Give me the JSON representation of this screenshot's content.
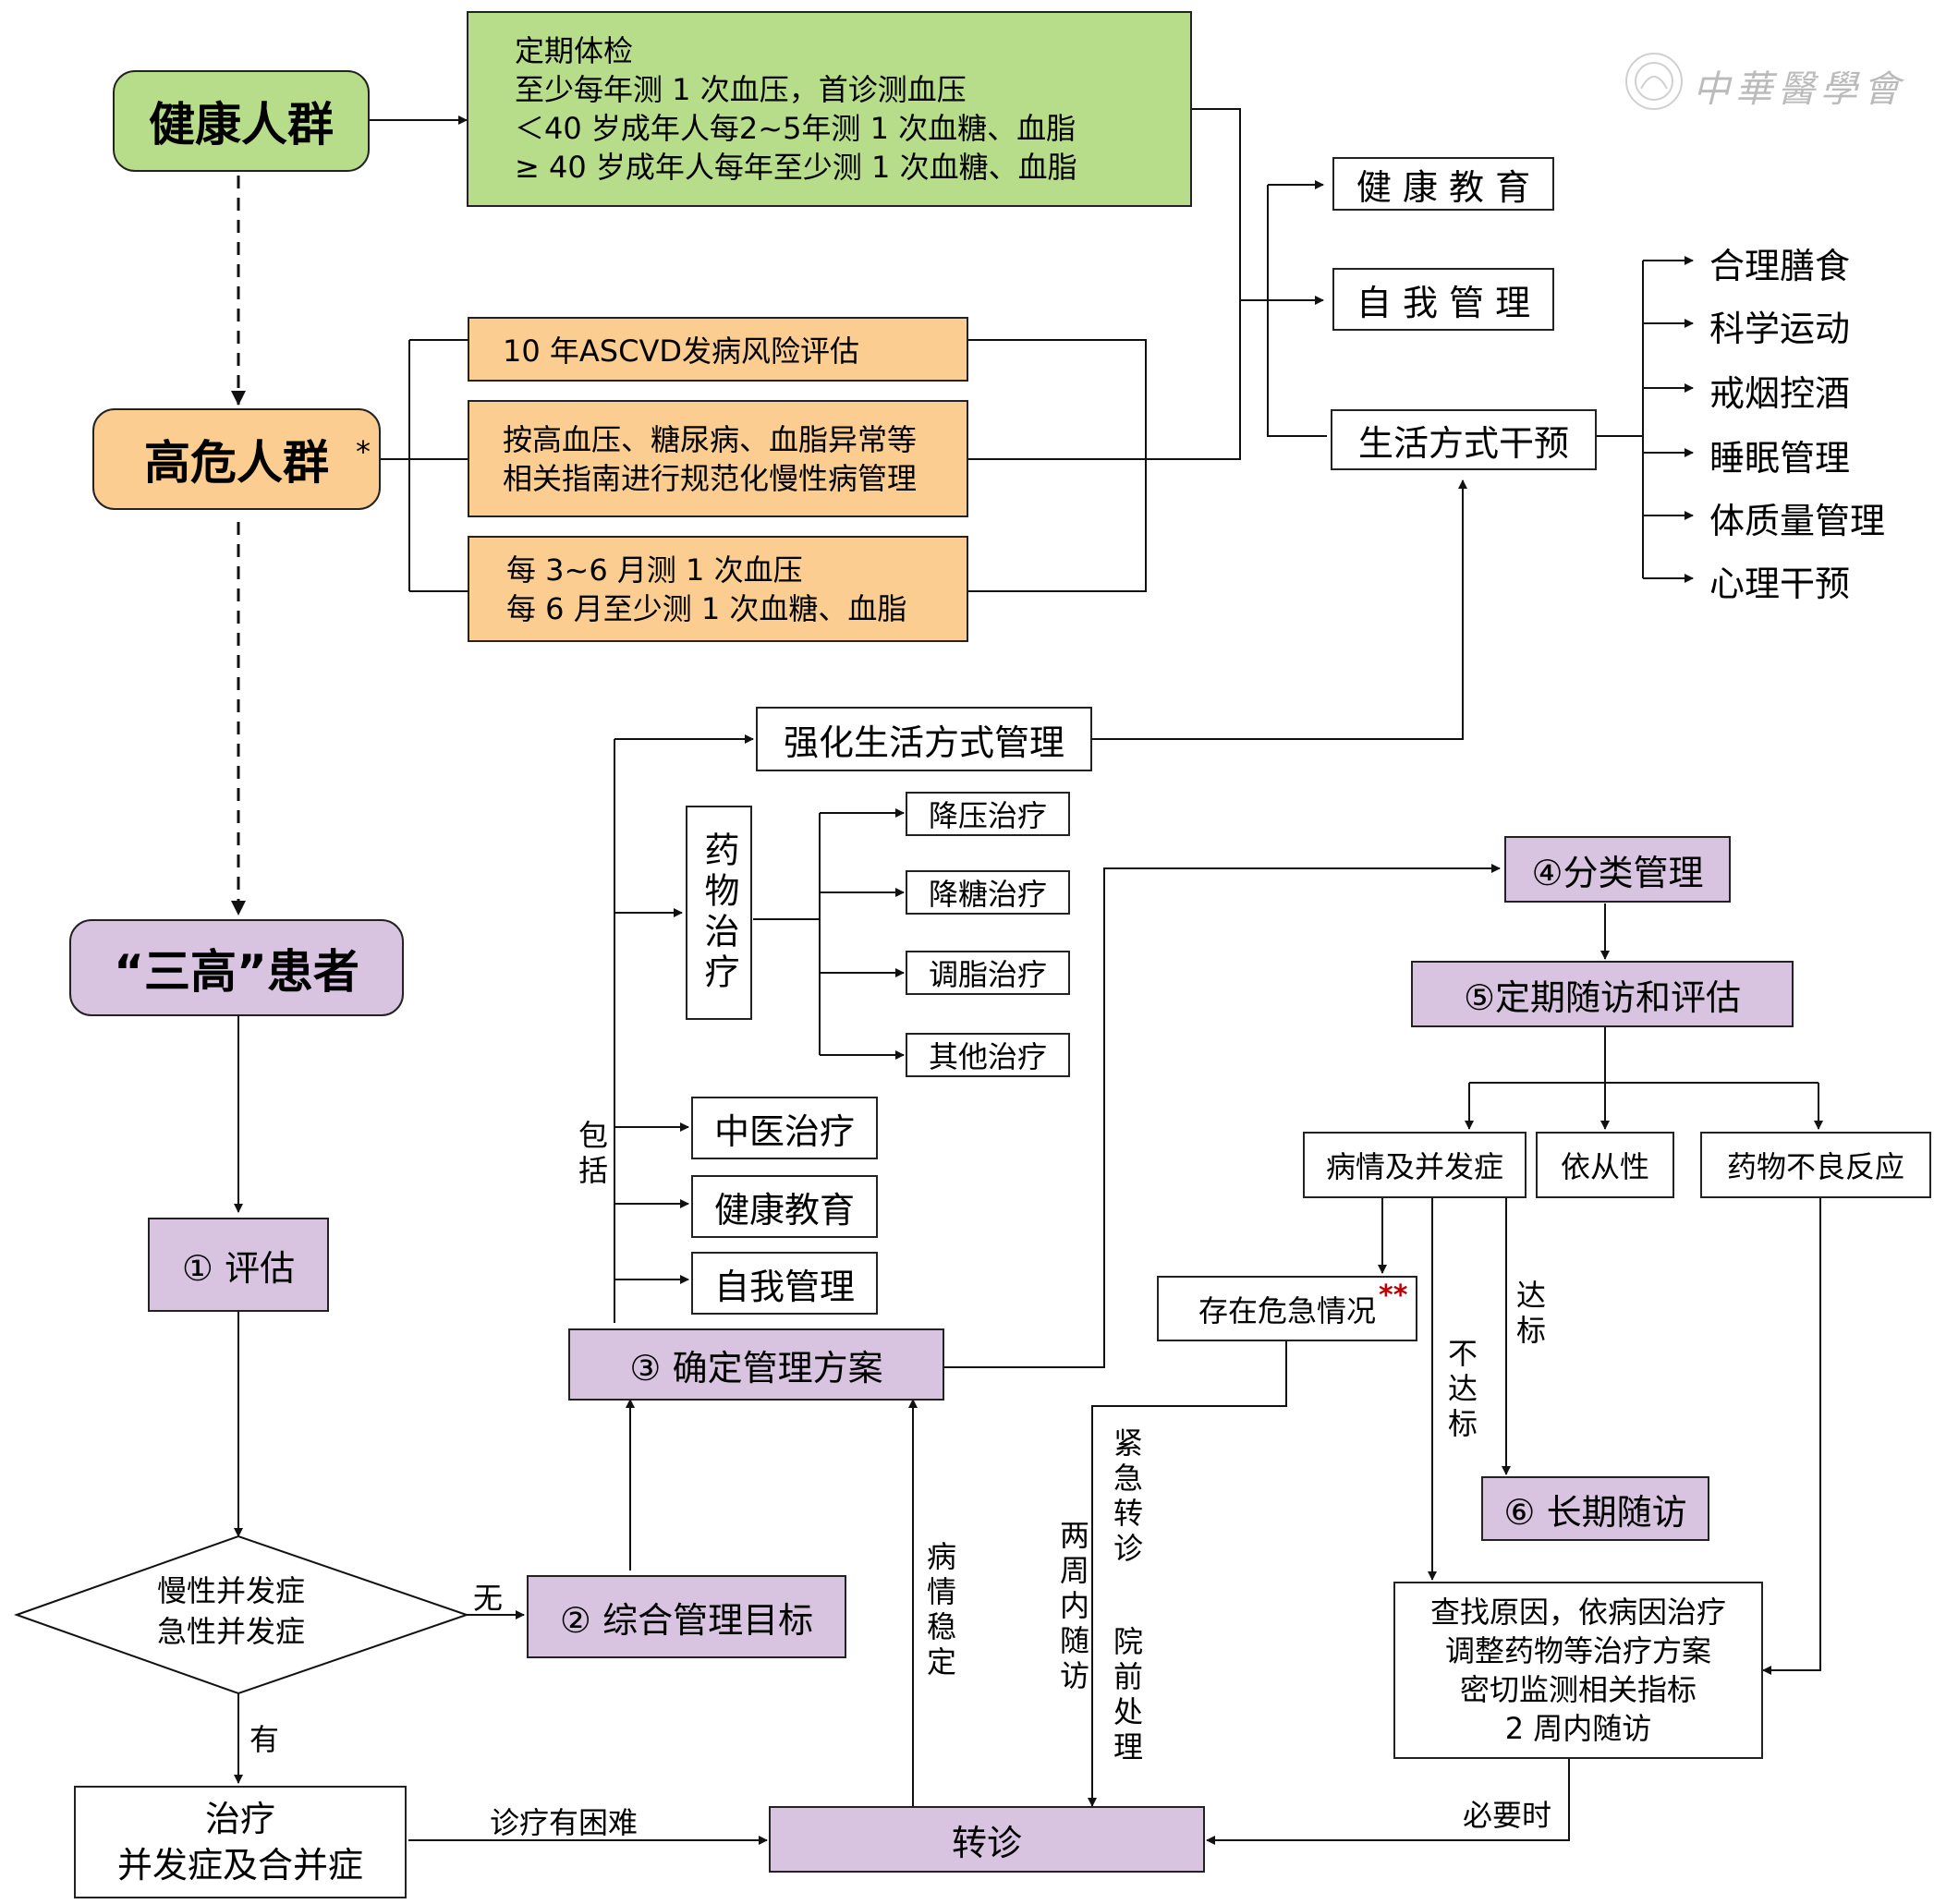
{
  "populations": {
    "healthy": "健康人群",
    "high_risk": "高危人群",
    "high_risk_mark": "*",
    "patients": "“三高”患者"
  },
  "checkup": {
    "lines": [
      "定期体检",
      "至少每年测 1 次血压，首诊测血压",
      "＜40 岁成年人每2~5年测 1 次血糖、血脂",
      "≥ 40 岁成年人每年至少测 1 次血糖、血脂"
    ]
  },
  "high_risk_actions": {
    "ascvd": "10 年ASCVD发病风险评估",
    "guideline": [
      "按高血压、糖尿病、血脂异常等",
      "相关指南进行规范化慢性病管理"
    ],
    "monitoring": [
      "每 3~6 月测 1 次血压",
      "每 6 月至少测 1 次血糖、血脂"
    ]
  },
  "core": {
    "health_education": "健 康 教 育",
    "self_management": "自 我 管 理",
    "lifestyle": "生活方式干预"
  },
  "lifestyle_items": [
    "合理膳食",
    "科学运动",
    "戒烟控酒",
    "睡眠管理",
    "体质量管理",
    "心理干预"
  ],
  "steps": {
    "assess": "① 评估",
    "goals": "② 综合管理目标",
    "plan": "③ 确定管理方案",
    "classify": "④分类管理",
    "followup": "⑤定期随访和评估",
    "longterm": "⑥ 长期随访",
    "referral": "转诊"
  },
  "decision": {
    "lines": [
      "慢性并发症",
      "急性并发症"
    ],
    "no": "无",
    "yes": "有"
  },
  "treat_complications": [
    "治疗",
    "并发症及合并症"
  ],
  "plan_contents": {
    "includes_label": "包括",
    "intensify_lifestyle": "强化生活方式管理",
    "drug_therapy": "药物治疗",
    "drugs": [
      "降压治疗",
      "降糖治疗",
      "调脂治疗",
      "其他治疗"
    ],
    "tcm": "中医治疗",
    "health_education": "健康教育",
    "self_management": "自我管理"
  },
  "followup_items": {
    "condition": "病情及并发症",
    "adherence": "依从性",
    "adverse": "药物不良反应"
  },
  "emergency": {
    "text": "存在危急情况",
    "mark": "**",
    "mark_color": "#c00000"
  },
  "labels": {
    "reached": "达标",
    "not_reached": "不达标",
    "urgent": "紧急转诊",
    "pre_hospital": "院前处理",
    "two_weeks": "两周内随访",
    "stable": "病情稳定",
    "difficult": "诊疗有困难",
    "when_needed": "必要时"
  },
  "not_reached_actions": [
    "查找原因，依病因治疗",
    "调整药物等治疗方案",
    "密切监测相关指标",
    "2 周内随访"
  ],
  "watermark": {
    "text": "中華醫學會"
  },
  "colors": {
    "green": "#b7dd8b",
    "orange": "#fbcd90",
    "purple": "#d8c3e0"
  }
}
